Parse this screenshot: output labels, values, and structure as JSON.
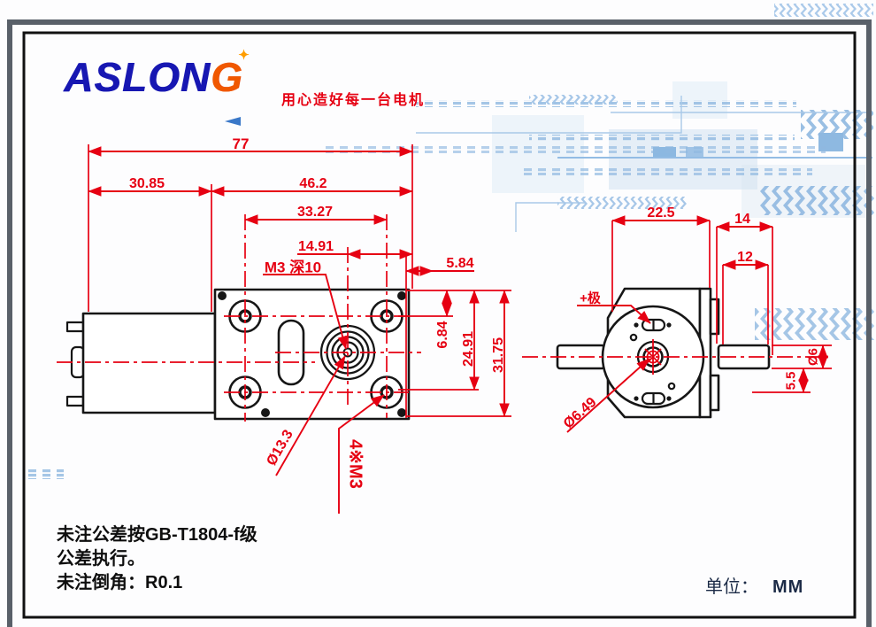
{
  "colors": {
    "dimension_red": "#e60012",
    "drawing_black": "#161616",
    "logo_blue": "#1717b2",
    "logo_orange": "#f05800",
    "decor_blue": "#8fb8e0"
  },
  "logo": {
    "main": "ASLON",
    "accent": "G",
    "sparkle": "✦",
    "slogan": "用心造好每一台电机"
  },
  "left_view": {
    "total_length": "77",
    "motor_length": "30.85",
    "gearbox_length": "46.2",
    "hole_spacing_h": "33.27",
    "shaft_to_edge": "14.91",
    "tapped_hole_note": "M3 深10",
    "edge_offset": "5.84",
    "hole_top_offset": "6.84",
    "hole_spacing_v": "24.91",
    "body_height": "31.75",
    "boss_diameter": "Ø13.3",
    "mounting_holes": "4※M3"
  },
  "right_view": {
    "body_width": "22.5",
    "shaft_total": "14",
    "shaft_flat": "12",
    "positive_terminal": "+极",
    "pilot_diameter": "Ø6.49",
    "shaft_diameter": "Ø6",
    "flat_length": "5.5"
  },
  "notes": {
    "tolerance_line1": "未注公差按GB-T1804-f级",
    "tolerance_line2": "公差执行。",
    "chamfer": "未注倒角：R0.1"
  },
  "units": {
    "label": "单位：",
    "value": "MM"
  }
}
